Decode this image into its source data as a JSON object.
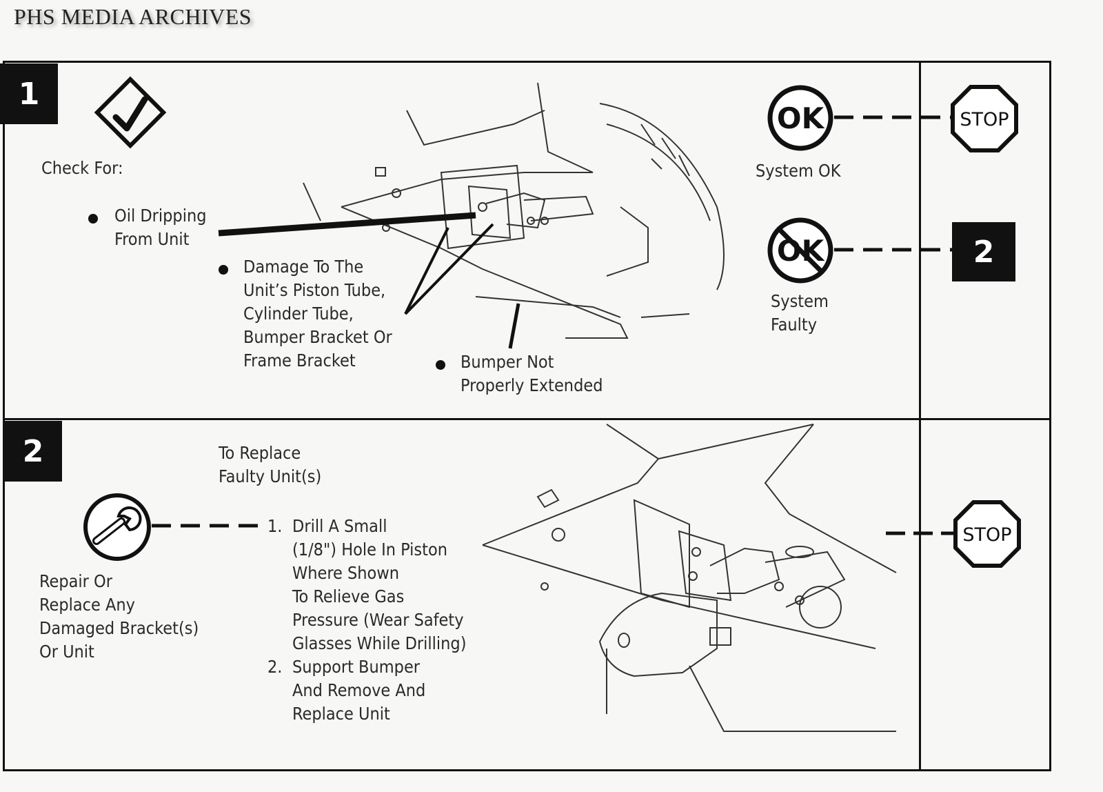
{
  "watermark": "PHS MEDIA ARCHIVES",
  "step1": {
    "number": "1",
    "check_for": "Check For:",
    "items": [
      [
        "Oil Dripping",
        "From Unit"
      ],
      [
        "Damage To The",
        "Unit’s Piston Tube,",
        "Cylinder Tube,",
        "Bumper Bracket Or",
        "Frame Bracket"
      ],
      [
        "Bumper Not",
        "Properly Extended"
      ]
    ],
    "ok_icon_text": "OK",
    "ok_label": "System OK",
    "faulty_label": [
      "System",
      "Faulty"
    ],
    "stop_text": "STOP",
    "next_step": "2"
  },
  "step2": {
    "number": "2",
    "heading": [
      "To Replace",
      "Faulty Unit(s)"
    ],
    "repair_label": [
      "Repair Or",
      "Replace Any",
      "Damaged Bracket(s)",
      "Or Unit"
    ],
    "steps": [
      {
        "num": "1.",
        "lines": [
          "Drill A Small",
          "(1/8\") Hole In Piston",
          "Where Shown",
          "To Relieve Gas",
          "Pressure (Wear Safety",
          "Glasses While Drilling)"
        ]
      },
      {
        "num": "2.",
        "lines": [
          "Support Bumper",
          "And Remove And",
          "Replace Unit"
        ]
      }
    ],
    "stop_text": "STOP"
  },
  "icons": [
    "checkmark-diamond-icon",
    "ok-circle-icon",
    "ok-crossed-icon",
    "stop-sign-icon",
    "wrench-circle-icon"
  ]
}
